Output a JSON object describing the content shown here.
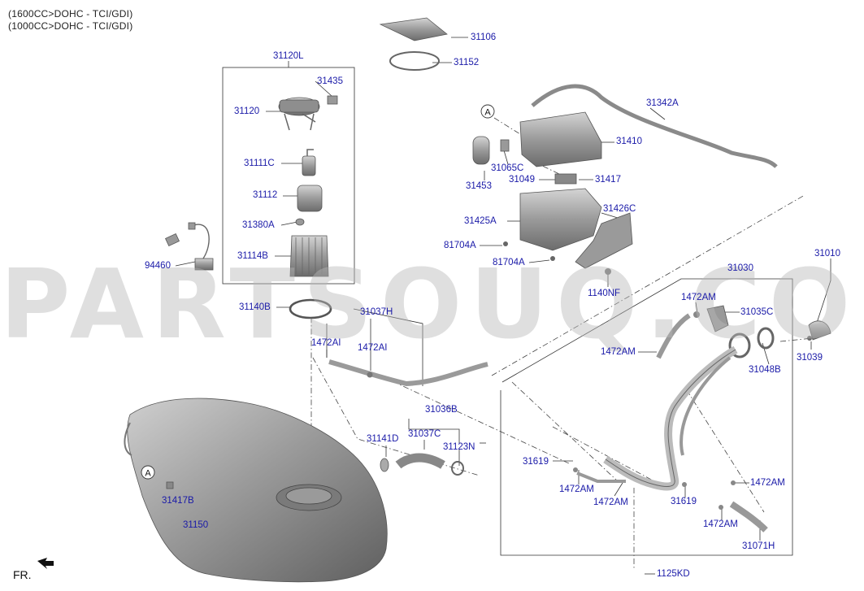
{
  "header": {
    "line1": "(1600CC>DOHC - TCI/GDI)",
    "line2": "(1000CC>DOHC - TCI/GDI)"
  },
  "watermark": "PARTSOUQ.COM",
  "front_indicator": "FR.",
  "callout_letter": "A",
  "colors": {
    "label": "#1a1aa8",
    "leader": "#333333",
    "part_fill": "#a8a8a8",
    "watermark": "#b9b9b9"
  },
  "labels": {
    "p31120L": "31120L",
    "p31435": "31435",
    "p31120": "31120",
    "p31111C": "31111C",
    "p31112": "31112",
    "p31380A": "31380A",
    "p31114B": "31114B",
    "p94460": "94460",
    "p31140B": "31140B",
    "p31106": "31106",
    "p31152": "31152",
    "p31342A": "31342A",
    "p31410": "31410",
    "p31453": "31453",
    "p31065C": "31065C",
    "p31049": "31049",
    "p31417": "31417",
    "p31425A": "31425A",
    "p31426C": "31426C",
    "p81704A_1": "81704A",
    "p81704A_2": "81704A",
    "p1140NF": "1140NF",
    "p31030": "31030",
    "p31010": "31010",
    "p1472AM_1": "1472AM",
    "p31035C": "31035C",
    "p1472AM_2": "1472AM",
    "p31039": "31039",
    "p31048B": "31048B",
    "p31037H": "31037H",
    "p1472AI_1": "1472AI",
    "p1472AI_2": "1472AI",
    "p31036B": "31036B",
    "p31141D": "31141D",
    "p31037C": "31037C",
    "p31123N": "31123N",
    "p31619_1": "31619",
    "p1472AM_3": "1472AM",
    "p1472AM_4": "1472AM",
    "p31619_2": "31619",
    "p1472AM_5": "1472AM",
    "p1472AM_6": "1472AM",
    "p31071H": "31071H",
    "p31417B": "31417B",
    "p31150": "31150",
    "p1125KD": "1125KD"
  }
}
